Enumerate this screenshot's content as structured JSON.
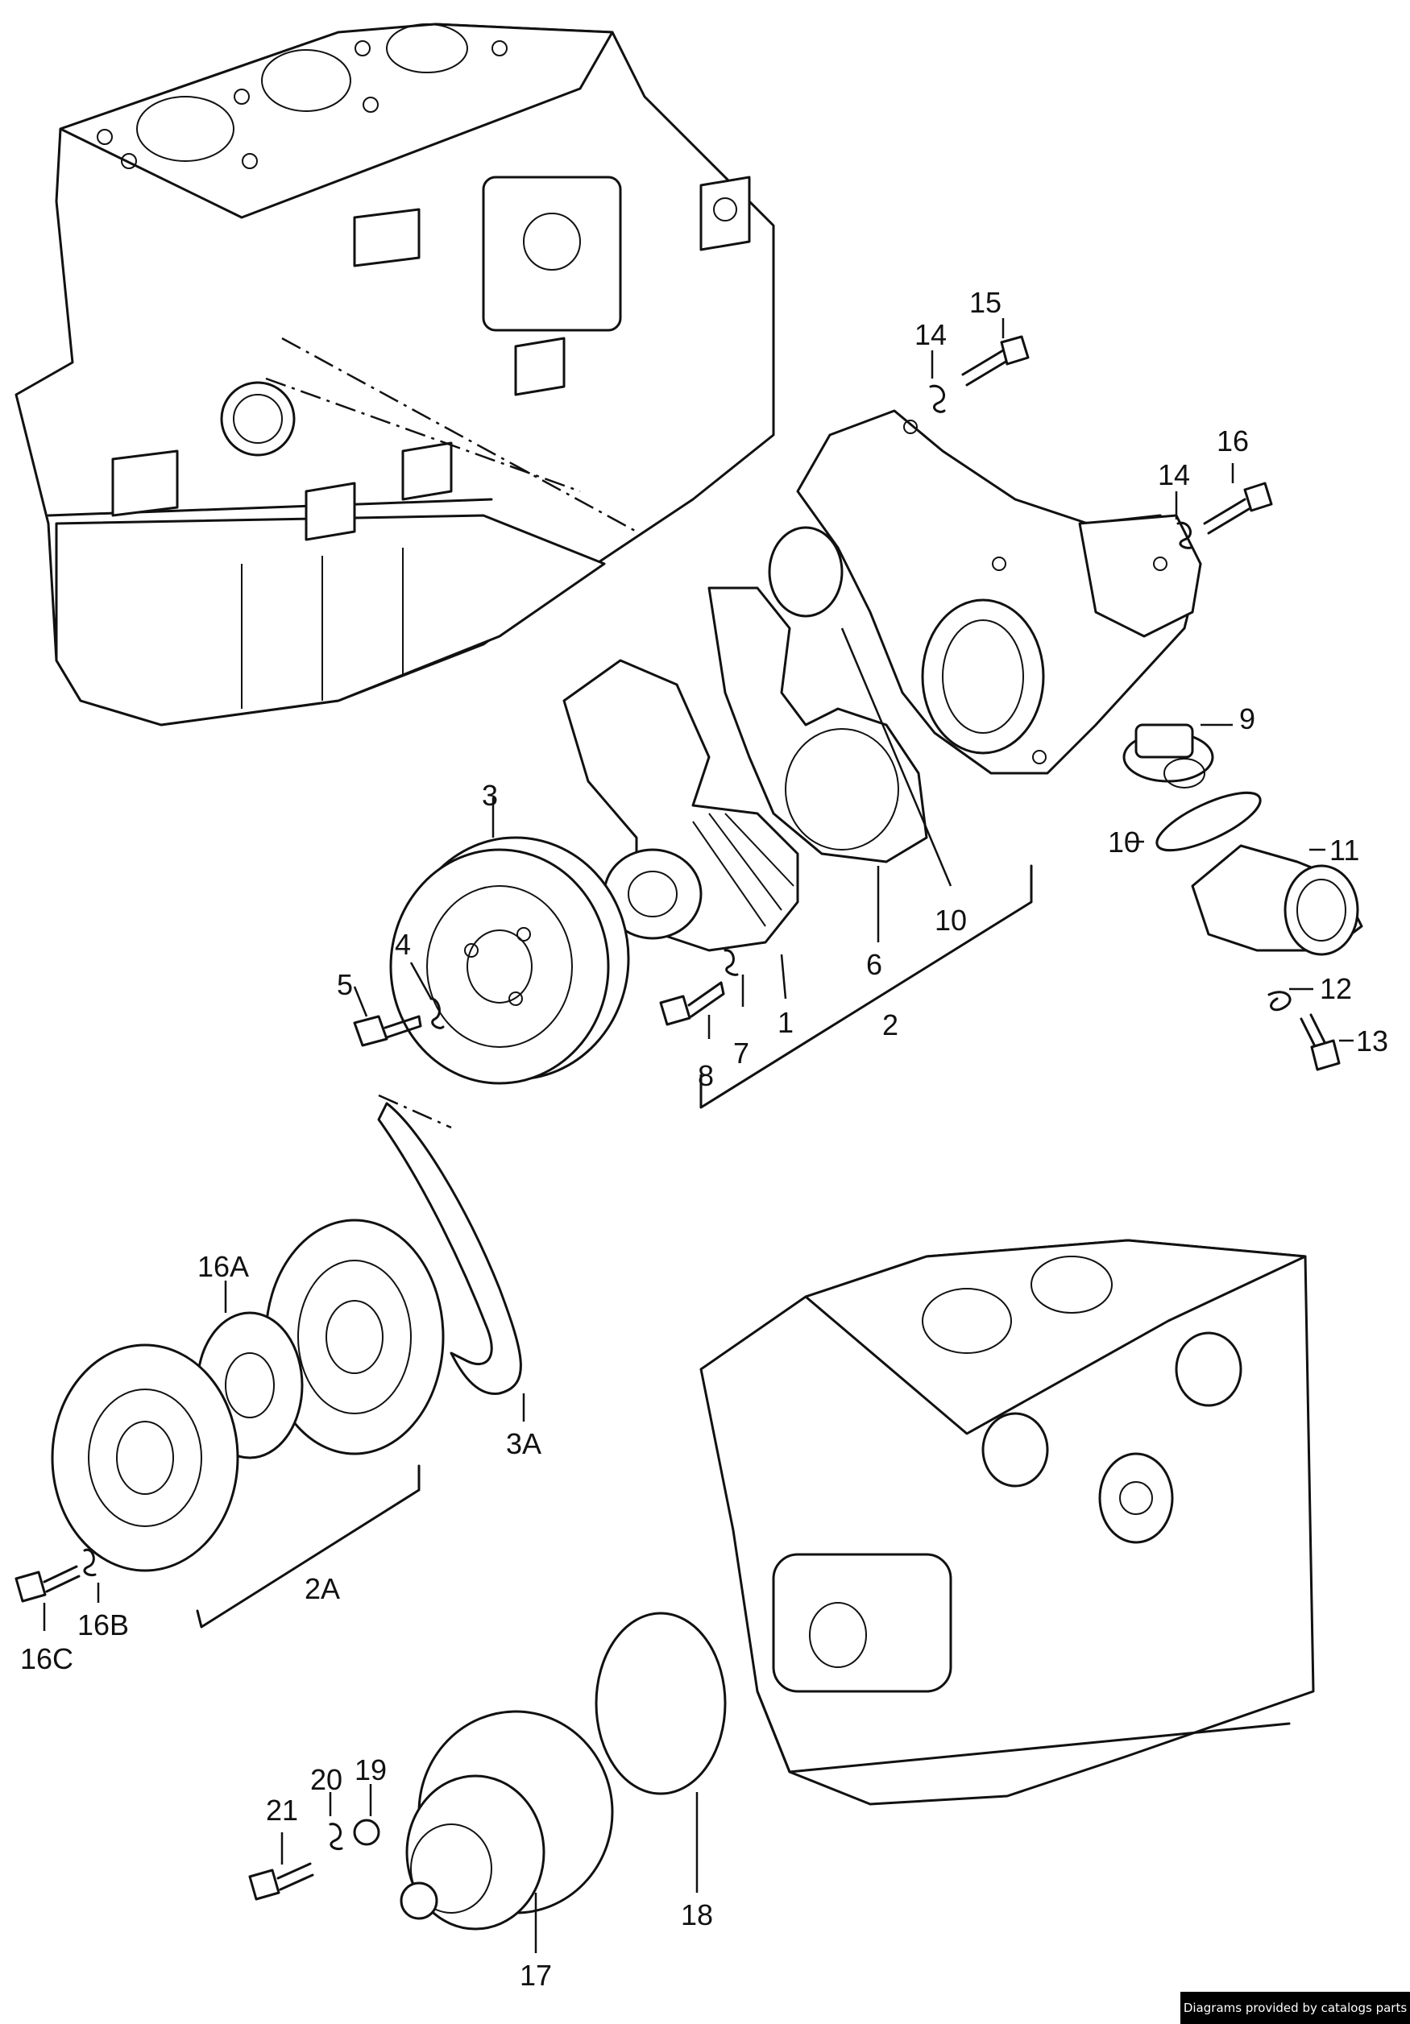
{
  "diagram": {
    "callouts": [
      {
        "id": "c1",
        "label": "1"
      },
      {
        "id": "c2",
        "label": "2"
      },
      {
        "id": "c3",
        "label": "3"
      },
      {
        "id": "c4",
        "label": "4"
      },
      {
        "id": "c5",
        "label": "5"
      },
      {
        "id": "c6",
        "label": "6"
      },
      {
        "id": "c7",
        "label": "7"
      },
      {
        "id": "c8",
        "label": "8"
      },
      {
        "id": "c9",
        "label": "9"
      },
      {
        "id": "c10a",
        "label": "10"
      },
      {
        "id": "c10b",
        "label": "10"
      },
      {
        "id": "c11",
        "label": "11"
      },
      {
        "id": "c12",
        "label": "12"
      },
      {
        "id": "c13",
        "label": "13"
      },
      {
        "id": "c14a",
        "label": "14"
      },
      {
        "id": "c14b",
        "label": "14"
      },
      {
        "id": "c15",
        "label": "15"
      },
      {
        "id": "c16",
        "label": "16"
      },
      {
        "id": "c16A",
        "label": "16A"
      },
      {
        "id": "c16B",
        "label": "16B"
      },
      {
        "id": "c16C",
        "label": "16C"
      },
      {
        "id": "c2A",
        "label": "2A"
      },
      {
        "id": "c3A",
        "label": "3A"
      },
      {
        "id": "c17",
        "label": "17"
      },
      {
        "id": "c18",
        "label": "18"
      },
      {
        "id": "c19",
        "label": "19"
      },
      {
        "id": "c20",
        "label": "20"
      },
      {
        "id": "c21",
        "label": "21"
      }
    ]
  },
  "credit": "Diagrams provided by catalogs parts"
}
